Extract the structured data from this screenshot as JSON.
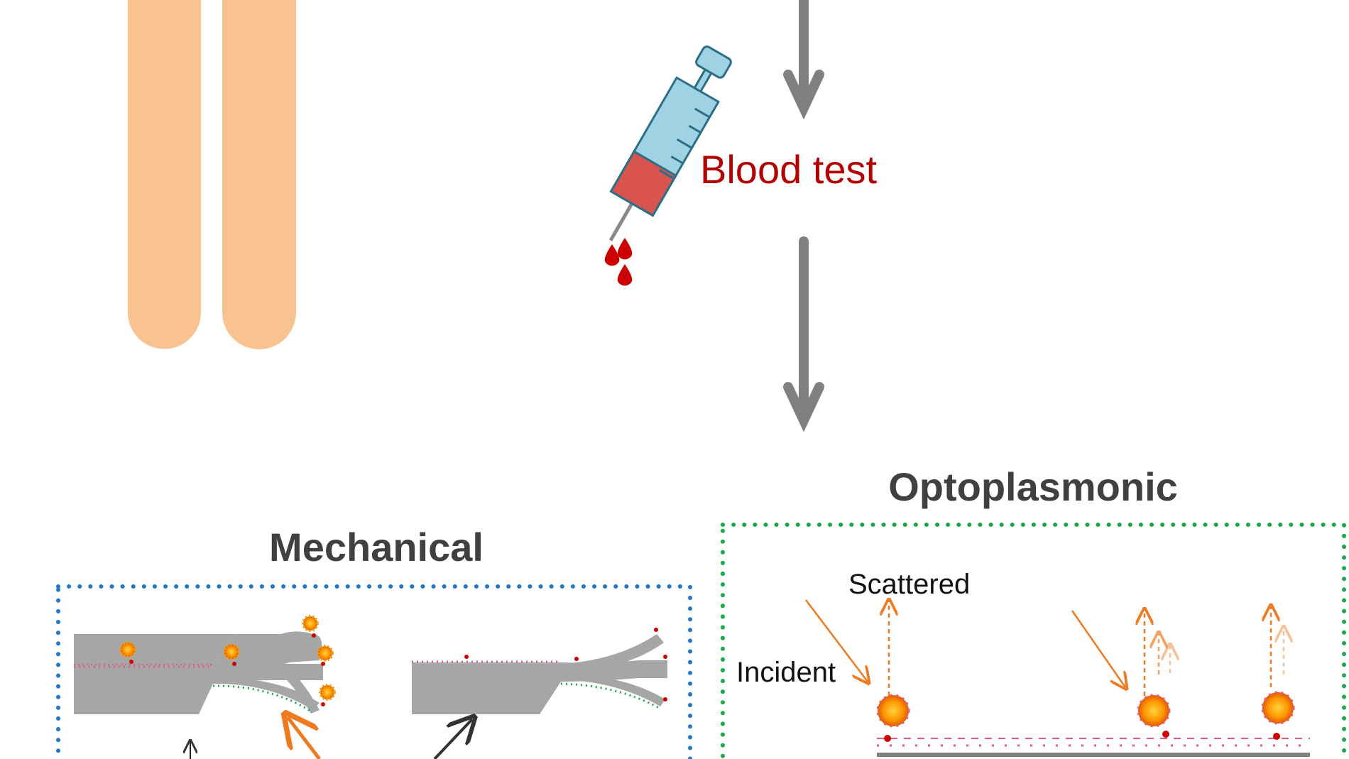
{
  "labels": {
    "blood_test": "Blood test",
    "mechanical_title": "Mechanical",
    "optoplasmonic_title": "Optoplasmonic",
    "scattered": "Scattered",
    "incident": "Incident"
  },
  "colors": {
    "finger": "#f8c291",
    "flow_arrow": "#808080",
    "blood_text": "#b30000",
    "blood": "#cc0000",
    "syringe_body": "#9fd3e3",
    "syringe_fill": "#d9534f",
    "mechanical_border": "#1f78c8",
    "optoplasmonic_border": "#1aa84b",
    "cantilever": "#a6a6a6",
    "nanoparticle": "#f59b00",
    "light_arrow": "#f07a20",
    "antibody": "#e05a8a"
  },
  "icons": {
    "finger": "finger-shape",
    "syringe": "syringe-icon",
    "blood_drops": "blood-drops-icon",
    "nanoparticle": "gold-nanoparticle-icon"
  }
}
